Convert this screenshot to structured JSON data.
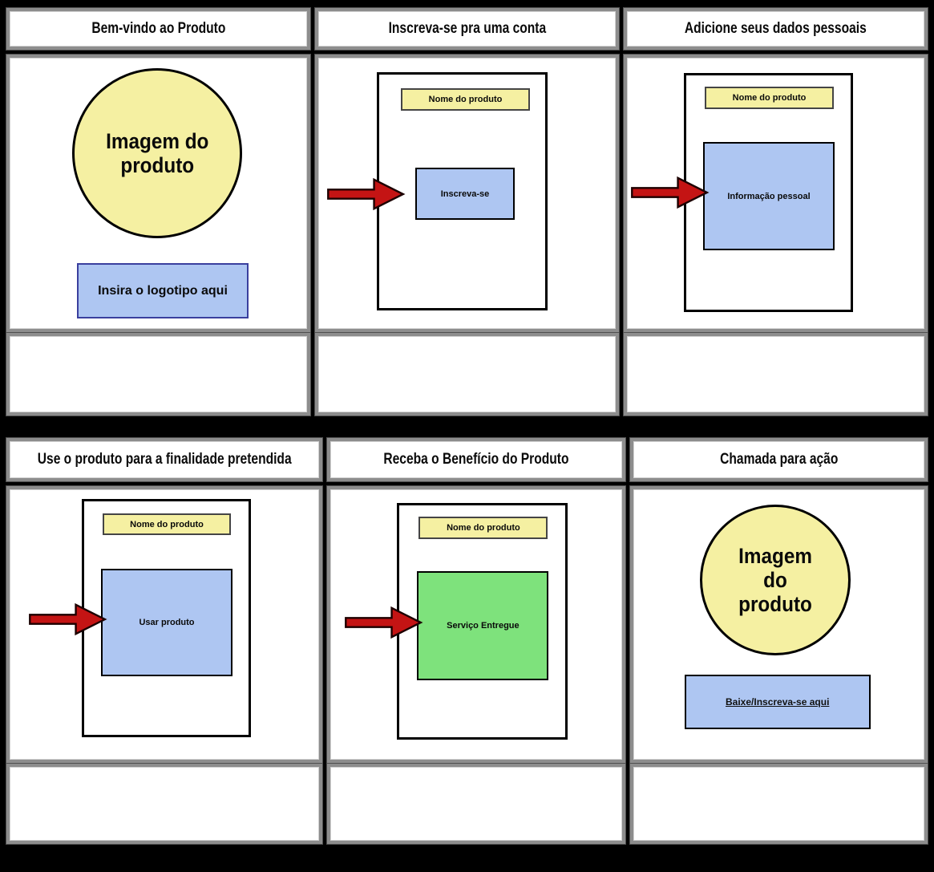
{
  "board": {
    "background_color": "#000000",
    "frame_color": "#8d8d8d",
    "rows": 2,
    "columns": 3
  },
  "colors": {
    "circle_yellow_fill": "#F5F0A2",
    "box_blue_fill": "#AEC6F2",
    "box_green_fill": "#7EE27C",
    "arrow_red": "#C41414",
    "logo_box_border_navy": "#3A3F9E",
    "shape_border_black": "#000000"
  },
  "panels": [
    {
      "title": "Bem-vindo ao Produto",
      "circle_lines": [
        "Imagem do",
        "produto"
      ],
      "logo_label": "Insira o logotipo aqui",
      "description": ""
    },
    {
      "title": "Inscreva-se pra uma conta",
      "screen_header": "Nome do produto",
      "action_label": "Inscreva-se",
      "description": ""
    },
    {
      "title": "Adicione seus dados pessoais",
      "screen_header": "Nome do produto",
      "action_label": "Informação pessoal",
      "description": ""
    },
    {
      "title": "Use o produto para a finalidade pretendida",
      "screen_header": "Nome do produto",
      "action_label": "Usar produto",
      "description": ""
    },
    {
      "title": "Receba o Benefício do Produto",
      "screen_header": "Nome do produto",
      "action_label": "Serviço Entregue",
      "description": ""
    },
    {
      "title": "Chamada para ação",
      "circle_lines": [
        "Imagem",
        "do",
        "produto"
      ],
      "cta_label": "Baixe/Inscreva-se aqui",
      "description": ""
    }
  ]
}
